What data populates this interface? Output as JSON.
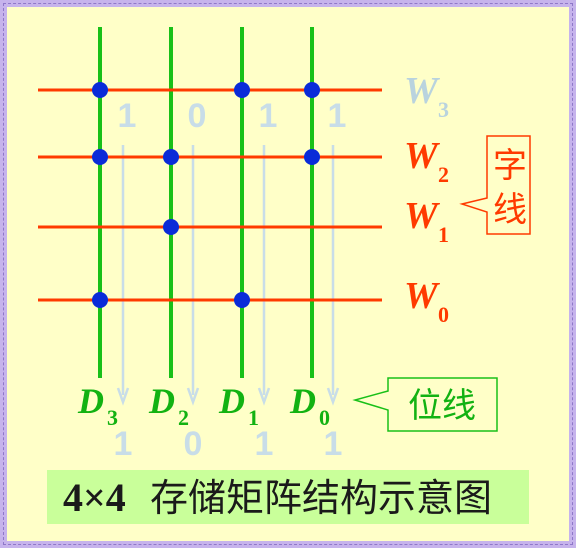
{
  "word_labels": [
    {
      "name": "W",
      "sub": "3",
      "color": "#b9d3de"
    },
    {
      "name": "W",
      "sub": "2",
      "color": "#ff3a00"
    },
    {
      "name": "W",
      "sub": "1",
      "color": "#ff3a00"
    },
    {
      "name": "W",
      "sub": "0",
      "color": "#ff3a00"
    }
  ],
  "data_labels": [
    {
      "name": "D",
      "sub": "3"
    },
    {
      "name": "D",
      "sub": "2"
    },
    {
      "name": "D",
      "sub": "1"
    },
    {
      "name": "D",
      "sub": "0"
    }
  ],
  "top_bits": [
    "1",
    "0",
    "1",
    "1"
  ],
  "bottom_bits": [
    "1",
    "0",
    "1",
    "1"
  ],
  "cells": [
    [
      1,
      0,
      1,
      1
    ],
    [
      1,
      1,
      0,
      1
    ],
    [
      0,
      1,
      0,
      0
    ],
    [
      1,
      0,
      1,
      0
    ]
  ],
  "word_line_callout": {
    "line1": "字",
    "line2": "线"
  },
  "bit_line_callout": {
    "text": "位线"
  },
  "caption": {
    "number": "4×4",
    "text": "存储矩阵结构示意图"
  },
  "colors": {
    "word_line": "#ff3a00",
    "bit_line": "#18c018",
    "sense_line": "#c8dde8",
    "node": "#0a2bd8",
    "callout_text": "#ff3a00",
    "callout_text_green": "#12b212",
    "caption_bg": "#c9ff9a"
  }
}
